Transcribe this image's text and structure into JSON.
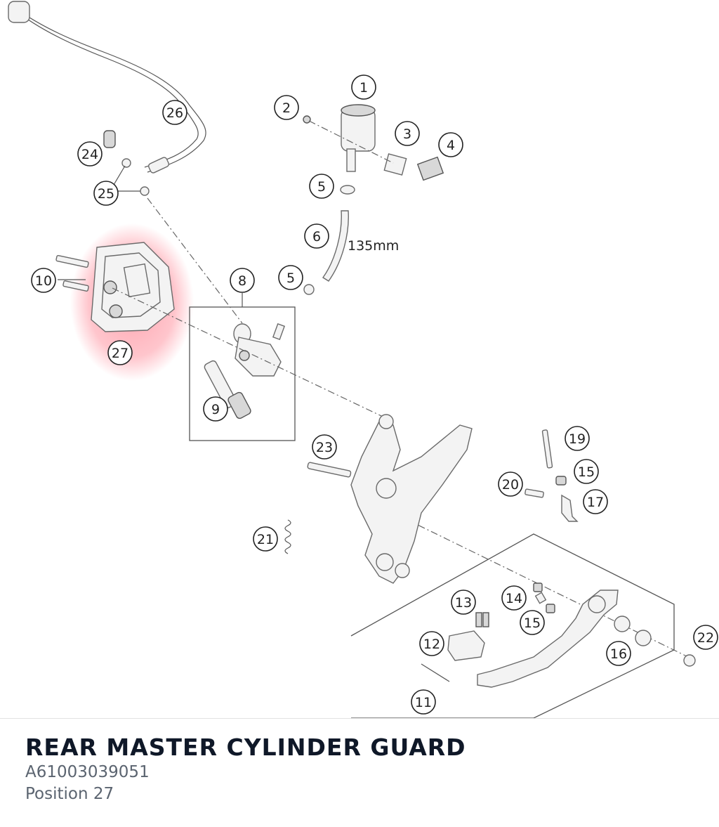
{
  "part": {
    "title": "REAR MASTER CYLINDER GUARD",
    "number": "A61003039051",
    "position_label": "Position 27"
  },
  "diagram": {
    "dimension_label": "135mm",
    "highlight_color": "#ff5a6e",
    "callouts": [
      "1",
      "2",
      "3",
      "4",
      "5",
      "6",
      "5",
      "8",
      "9",
      "10",
      "27",
      "24",
      "25",
      "26",
      "23",
      "21",
      "19",
      "15",
      "20",
      "17",
      "13",
      "14",
      "15",
      "12",
      "16",
      "22",
      "11"
    ]
  }
}
